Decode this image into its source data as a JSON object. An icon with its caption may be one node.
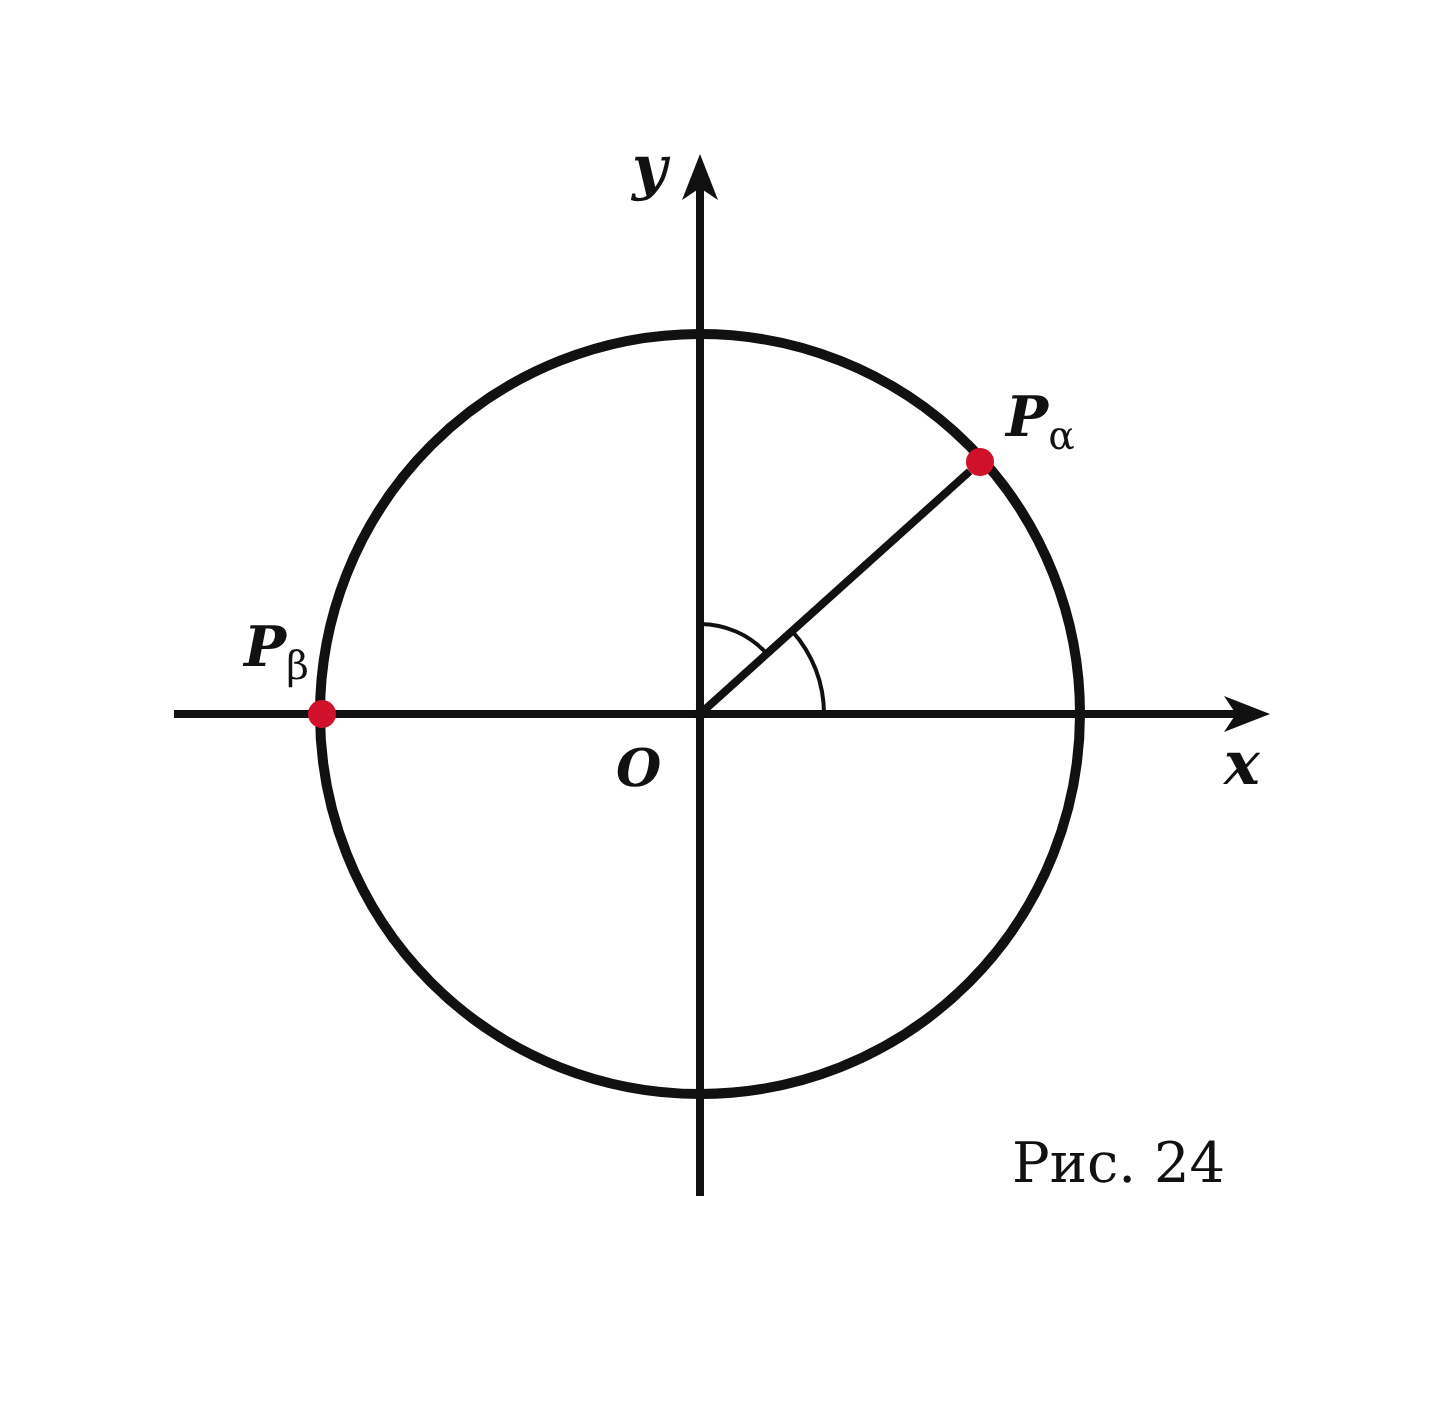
{
  "diagram": {
    "caption": "Рис. 24",
    "nodes": [
      {
        "text": [],
        "shape": "circle",
        "beside": [
          "O"
        ]
      },
      {
        "text": [],
        "shape": "circle",
        "beside": [
          "*P*$_{α}$"
        ]
      },
      {
        "text": [],
        "shape": "circle",
        "beside": [
          "*P*$_{β}$"
        ]
      }
    ],
    "edges": [
      {
        "from": 0,
        "to": 1,
        "arrow": "none"
      }
    ],
    "labels": [
      "y",
      "x"
    ]
  }
}
